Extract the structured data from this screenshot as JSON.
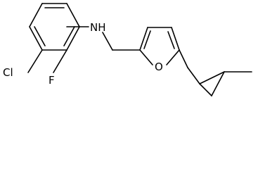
{
  "molecule": {
    "atom_labels": {
      "amine": "NH",
      "chlorine": "Cl",
      "fluorine": "F",
      "furan_oxygen": "O"
    },
    "colors": {
      "bond": "#000000",
      "text": "#000000",
      "background": "#ffffff"
    }
  }
}
